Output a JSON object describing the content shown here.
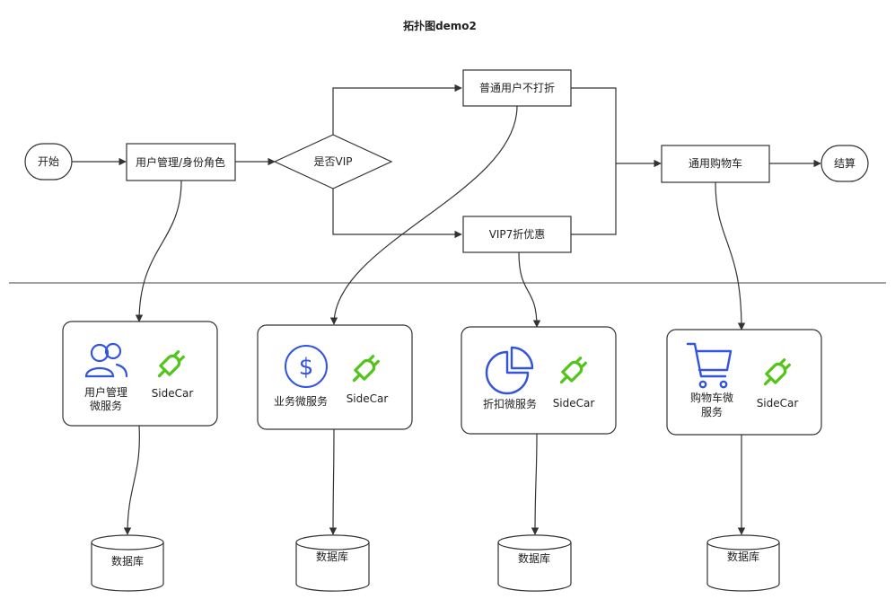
{
  "title": "拓扑图demo2",
  "nodes": {
    "start": "开始",
    "user_role": "用户管理/身份角色",
    "is_vip": "是否VIP",
    "normal_user": "普通用户不打折",
    "vip_discount": "VIP7折优惠",
    "common_cart": "通用购物车",
    "checkout": "结算"
  },
  "services": [
    {
      "name_lines": [
        "用户管理",
        "微服务"
      ],
      "sidecar": "SideCar",
      "icon": "users-icon",
      "database": "数据库"
    },
    {
      "name_lines": [
        "业务微服务"
      ],
      "sidecar": "SideCar",
      "icon": "dollar-icon",
      "database": "数据库"
    },
    {
      "name_lines": [
        "折扣微服务"
      ],
      "sidecar": "SideCar",
      "icon": "pie-chart-icon",
      "database": "数据库"
    },
    {
      "name_lines": [
        "购物车微",
        "服务"
      ],
      "sidecar": "SideCar",
      "icon": "shopping-cart-icon",
      "database": "数据库"
    }
  ],
  "colors": {
    "service_icon": "#3355dd",
    "sidecar_icon": "#52c41a",
    "stroke": "#333333"
  }
}
